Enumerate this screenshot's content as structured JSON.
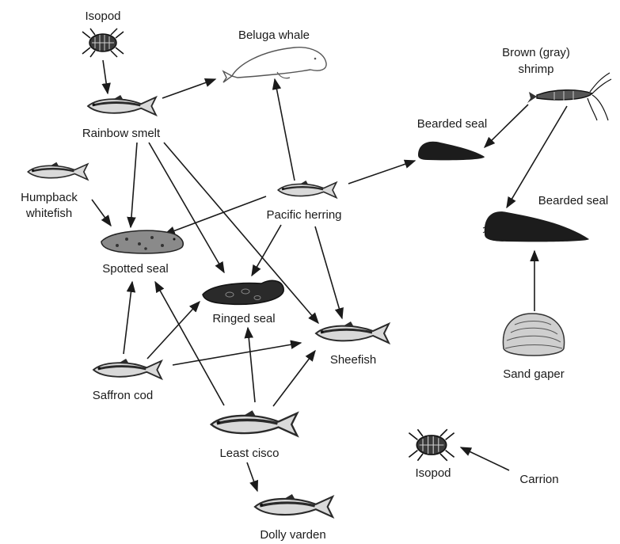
{
  "diagram": {
    "nodes": {
      "isopod_top": "Isopod",
      "beluga_whale": "Beluga whale",
      "rainbow_smelt": "Rainbow smelt",
      "humpback_whitefish_line1": "Humpback",
      "humpback_whitefish_line2": "whitefish",
      "spotted_seal": "Spotted seal",
      "pacific_herring": "Pacific herring",
      "ringed_seal": "Ringed seal",
      "sheefish": "Sheefish",
      "saffron_cod": "Saffron cod",
      "least_cisco": "Least cisco",
      "dolly_varden": "Dolly varden",
      "brown_shrimp_line1": "Brown (gray)",
      "brown_shrimp_line2": "shrimp",
      "bearded_seal_upper": "Bearded seal",
      "bearded_seal_lower": "Bearded seal",
      "sand_gaper": "Sand gaper",
      "isopod_bottom": "Isopod",
      "carrion": "Carrion"
    },
    "edges": [
      [
        "Isopod",
        "Rainbow smelt"
      ],
      [
        "Rainbow smelt",
        "Beluga whale"
      ],
      [
        "Rainbow smelt",
        "Spotted seal"
      ],
      [
        "Rainbow smelt",
        "Ringed seal"
      ],
      [
        "Rainbow smelt",
        "Sheefish"
      ],
      [
        "Humpback whitefish",
        "Spotted seal"
      ],
      [
        "Pacific herring",
        "Beluga whale"
      ],
      [
        "Pacific herring",
        "Bearded seal"
      ],
      [
        "Pacific herring",
        "Spotted seal"
      ],
      [
        "Pacific herring",
        "Ringed seal"
      ],
      [
        "Pacific herring",
        "Sheefish"
      ],
      [
        "Saffron cod",
        "Spotted seal"
      ],
      [
        "Saffron cod",
        "Ringed seal"
      ],
      [
        "Saffron cod",
        "Sheefish"
      ],
      [
        "Least cisco",
        "Spotted seal"
      ],
      [
        "Least cisco",
        "Ringed seal"
      ],
      [
        "Least cisco",
        "Sheefish"
      ],
      [
        "Least cisco",
        "Dolly varden"
      ],
      [
        "Brown (gray) shrimp",
        "Bearded seal"
      ],
      [
        "Brown (gray) shrimp",
        "Bearded seal"
      ],
      [
        "Sand gaper",
        "Bearded seal"
      ],
      [
        "Carrion",
        "Isopod"
      ]
    ],
    "colors": {
      "ink": "#1a1a1a",
      "seal_dark": "#1c1c1c",
      "seal_spotted": "#8a8a8a",
      "fish_body": "#d9d9d9",
      "fish_dark": "#2a2a2a",
      "clam": "#cfcfcf"
    }
  }
}
